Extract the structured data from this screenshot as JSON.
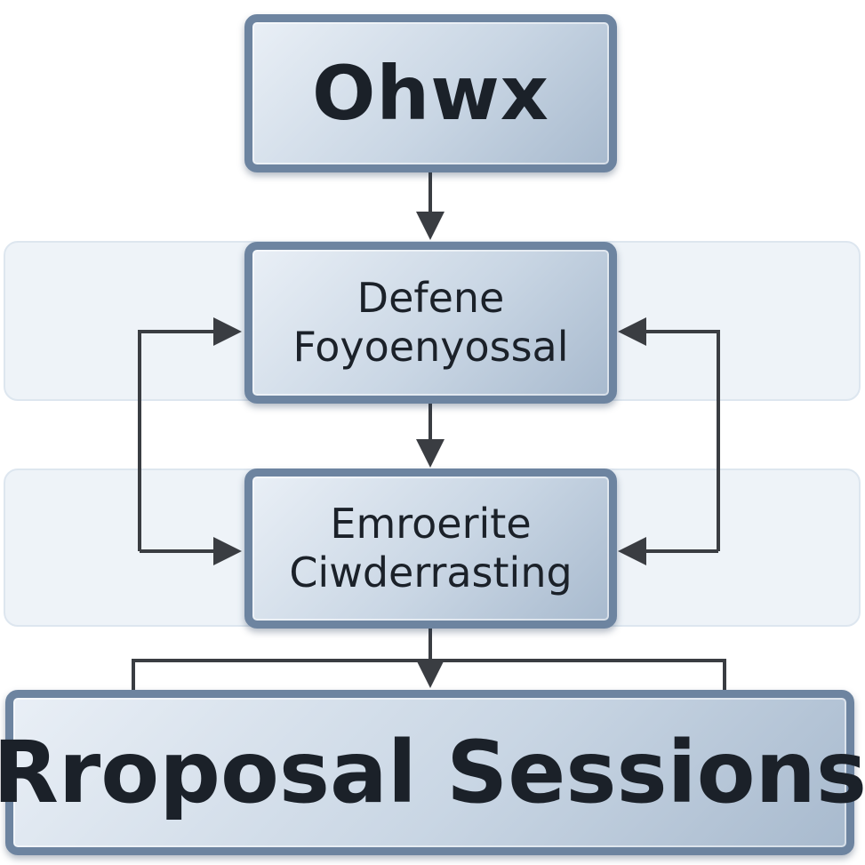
{
  "diagram": {
    "top_box": {
      "label": "Ohwx"
    },
    "middle_box_1": {
      "line1": "Defene",
      "line2": "Foyoenyossal"
    },
    "middle_box_2": {
      "line1": "Emroerite",
      "line2": "Ciwderrasting"
    },
    "bottom_box": {
      "label": "Rroposal Sessions"
    },
    "colors": {
      "box_border": "#6d84a0",
      "box_fill_light": "#e9eff6",
      "box_fill_dark": "#a8bace",
      "band_fill": "#eef3f8",
      "connector": "#3a3d42",
      "text": "#1b2129"
    }
  }
}
